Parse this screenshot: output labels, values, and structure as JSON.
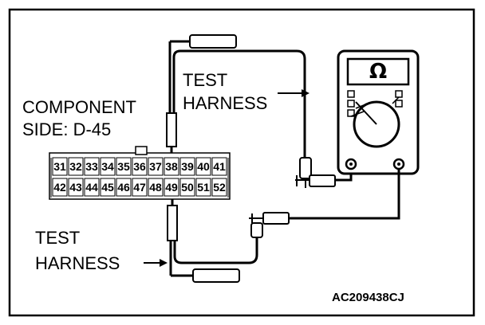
{
  "labels": {
    "component_line1": "COMPONENT",
    "component_line2": "SIDE: D-45",
    "test_harness_top_line1": "TEST",
    "test_harness_top_line2": "HARNESS",
    "test_harness_bottom_line1": "TEST",
    "test_harness_bottom_line2": "HARNESS",
    "figure_code": "AC209438CJ"
  },
  "meter": {
    "unit_symbol": "Ω"
  },
  "connector": {
    "row1": [
      "31",
      "32",
      "33",
      "34",
      "35",
      "36",
      "37",
      "38",
      "39",
      "40",
      "41"
    ],
    "row2": [
      "42",
      "43",
      "44",
      "45",
      "46",
      "47",
      "48",
      "49",
      "50",
      "51",
      "52"
    ]
  }
}
